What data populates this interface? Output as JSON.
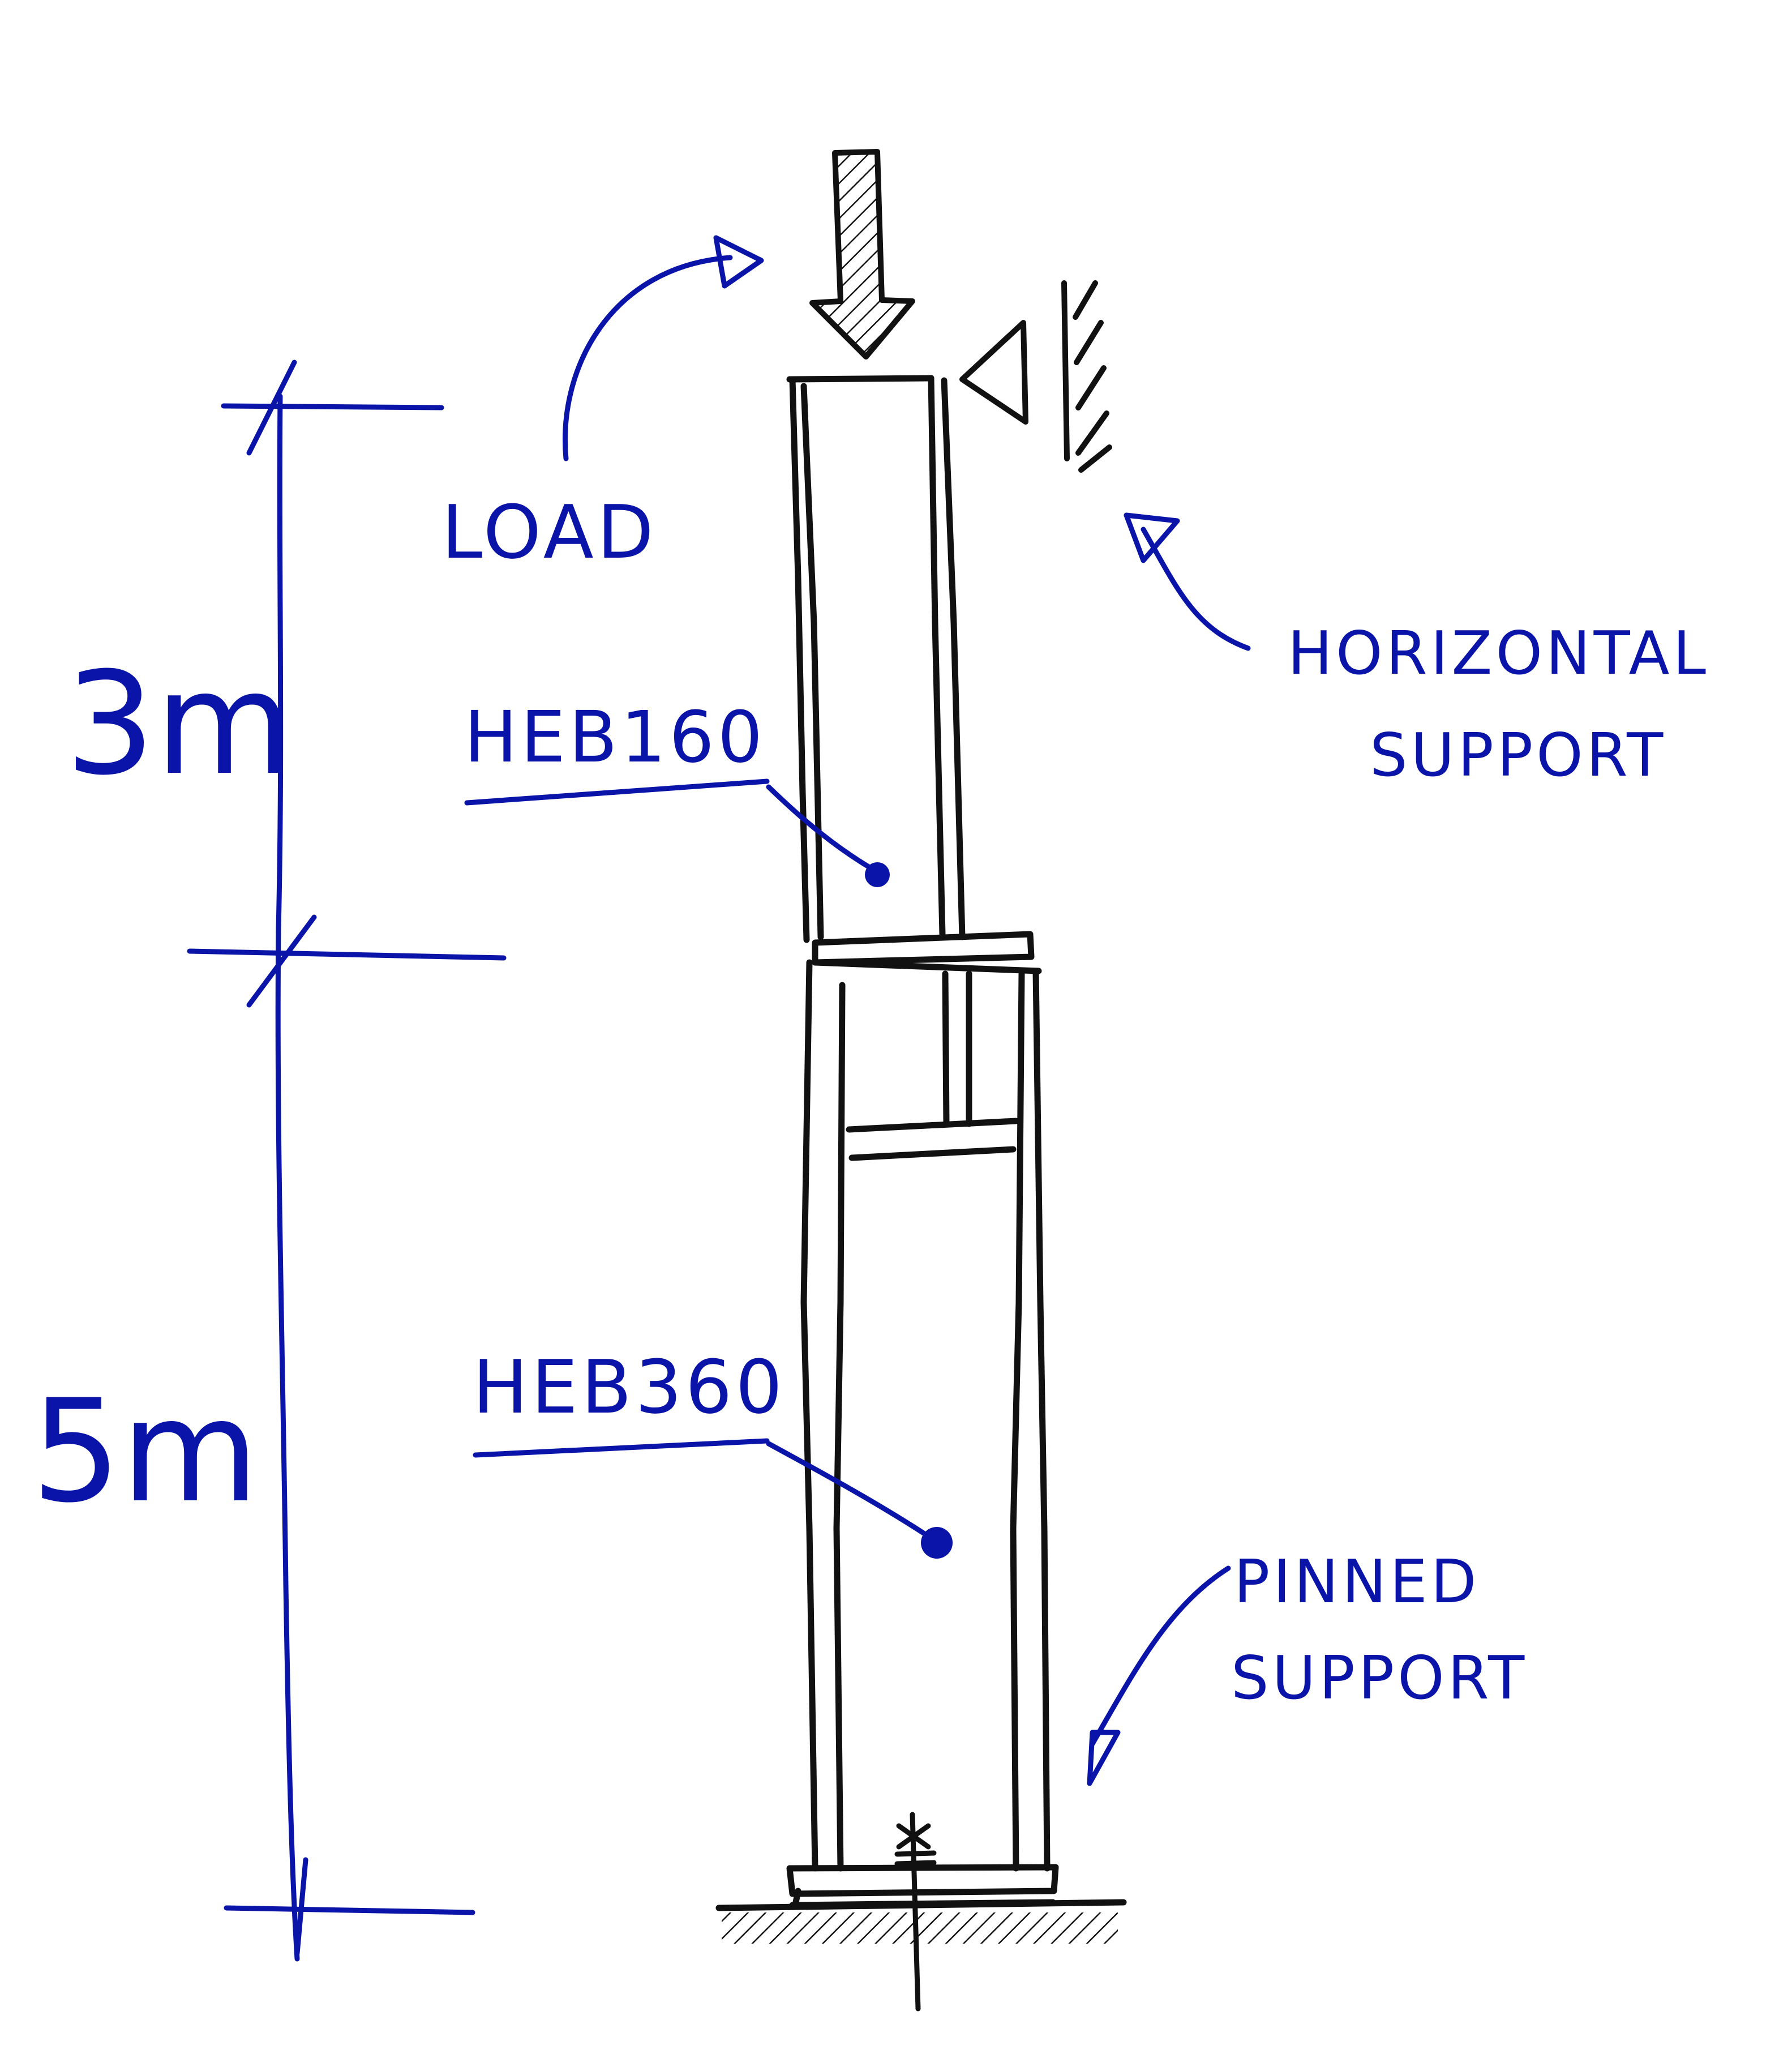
{
  "annotations": {
    "load": "LOAD",
    "horizontal_support": [
      "HORIZONTAL",
      "SUPPORT"
    ],
    "pinned_support": [
      "PINNED",
      "SUPPORT"
    ],
    "upper_section": "HEB160",
    "lower_section": "HEB360"
  },
  "dimensions": {
    "upper_length": "3m",
    "lower_length": "5m"
  },
  "colors": {
    "ink_blue": "#0a14a8",
    "ink_black": "#111111",
    "paper": "#ffffff"
  }
}
